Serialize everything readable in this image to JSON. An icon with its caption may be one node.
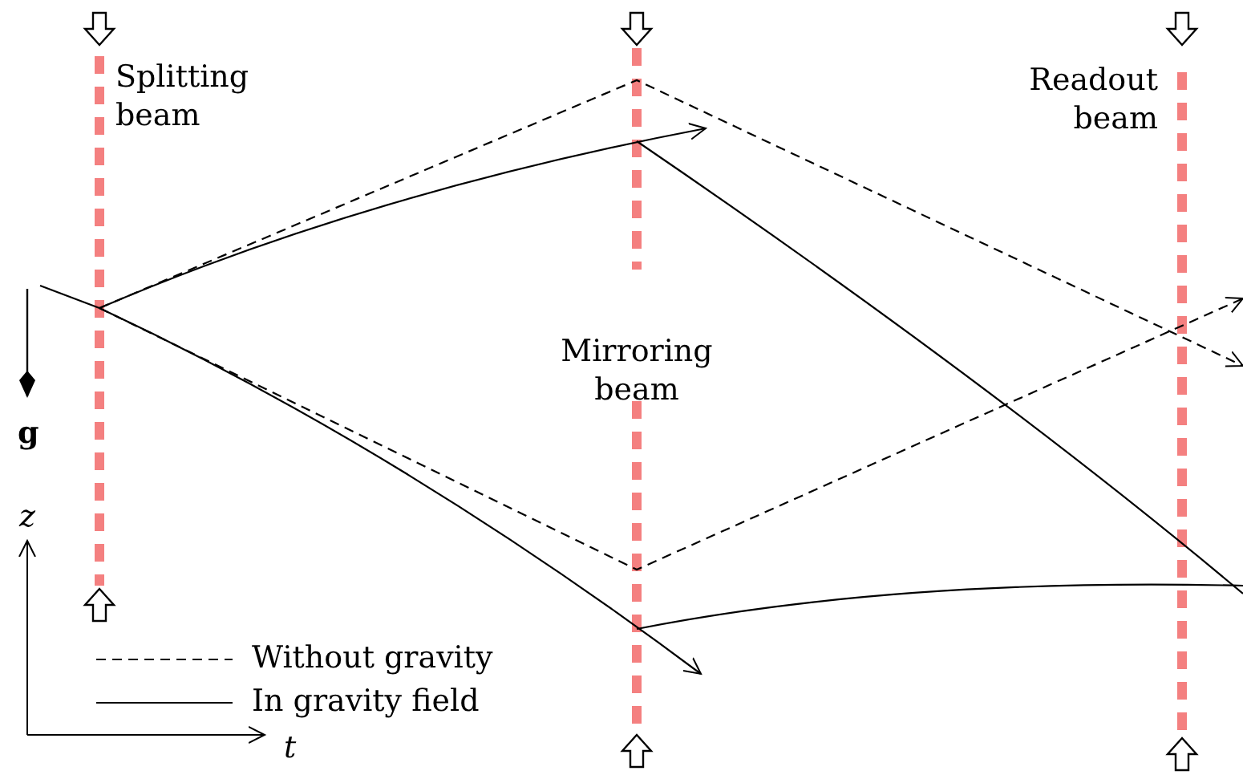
{
  "diagram": {
    "labels": [
      "Splitting beam",
      "Mirroring beam",
      "Readout beam",
      "g",
      "z",
      "t"
    ],
    "legend": [
      {
        "text": "Without gravity"
      },
      {
        "text": "In gravity field"
      }
    ]
  }
}
